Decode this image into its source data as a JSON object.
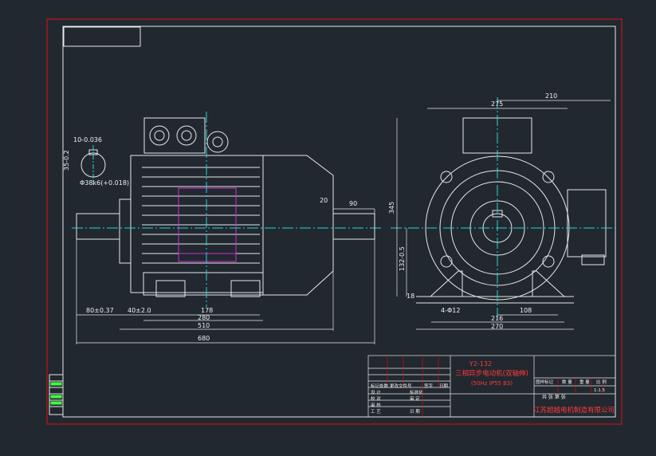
{
  "drawing": {
    "side_view_dims": {
      "key_width": "10-0.036",
      "key_depth": "35-0.2",
      "shaft_note": "Φ38k6(+0.018)",
      "shaft_ext_1": "20",
      "shaft_ext_2": "90",
      "base_a": "80±0.37",
      "base_b": "40±2.0",
      "hole_spacing": "178",
      "foot_length": "280",
      "body_length": "510",
      "overall_length": "680"
    },
    "end_view_dims": {
      "top_width": "275",
      "offset": "210",
      "height": "345",
      "center_height": "132-0.5",
      "foot_thickness": "18",
      "hole": "4-Φ12",
      "right_width": "108",
      "foot_spacing": "216",
      "overall_width": "270"
    },
    "title_block": {
      "model": "Y2-132",
      "name": "三相异步电动机(双轴伸)",
      "spec": "(50Hz  IP55  B3)",
      "labels_left": [
        "标记",
        "处数",
        "更改文件号",
        "签字",
        "日期"
      ],
      "labels_roles": [
        "设 计",
        "校 对",
        "审 核",
        "工 艺"
      ],
      "labels_roles_mid": [
        "标准化",
        "审 定",
        "日 期"
      ],
      "labels_right_top": [
        "图样标记",
        "数 量",
        "重 量",
        "比 例"
      ],
      "scale": "1:1.5",
      "sheet": "共  张     第  张",
      "company": "江苏超越电机制造有限公司"
    }
  },
  "colors": {
    "background": "#21282f",
    "border": "#e01010",
    "outline": "#e8e8e8",
    "centerline": "#2ad4d4",
    "accent": "#d030d0",
    "dimension": "#3cff3c"
  }
}
